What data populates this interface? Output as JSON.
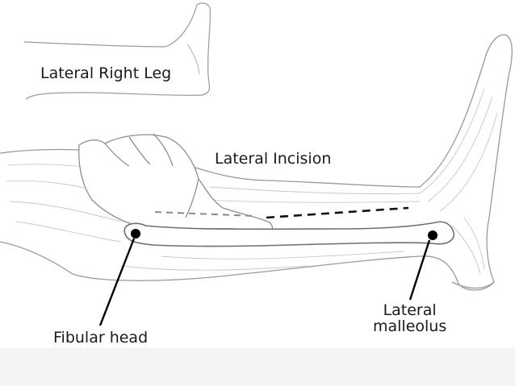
{
  "labels": {
    "inset_title": "Lateral Right Leg",
    "incision": "Lateral Incision",
    "fibular_head": "Fibular head",
    "lateral_malleolus_line1": "Lateral",
    "lateral_malleolus_line2": "malleolus"
  },
  "colors": {
    "outline": "#9a9a9a",
    "muscle_lines": "#c8c8c8",
    "incision_solid": "#111111",
    "incision_faint": "#8a8a8a",
    "leader": "#000000",
    "background": "#ffffff"
  }
}
